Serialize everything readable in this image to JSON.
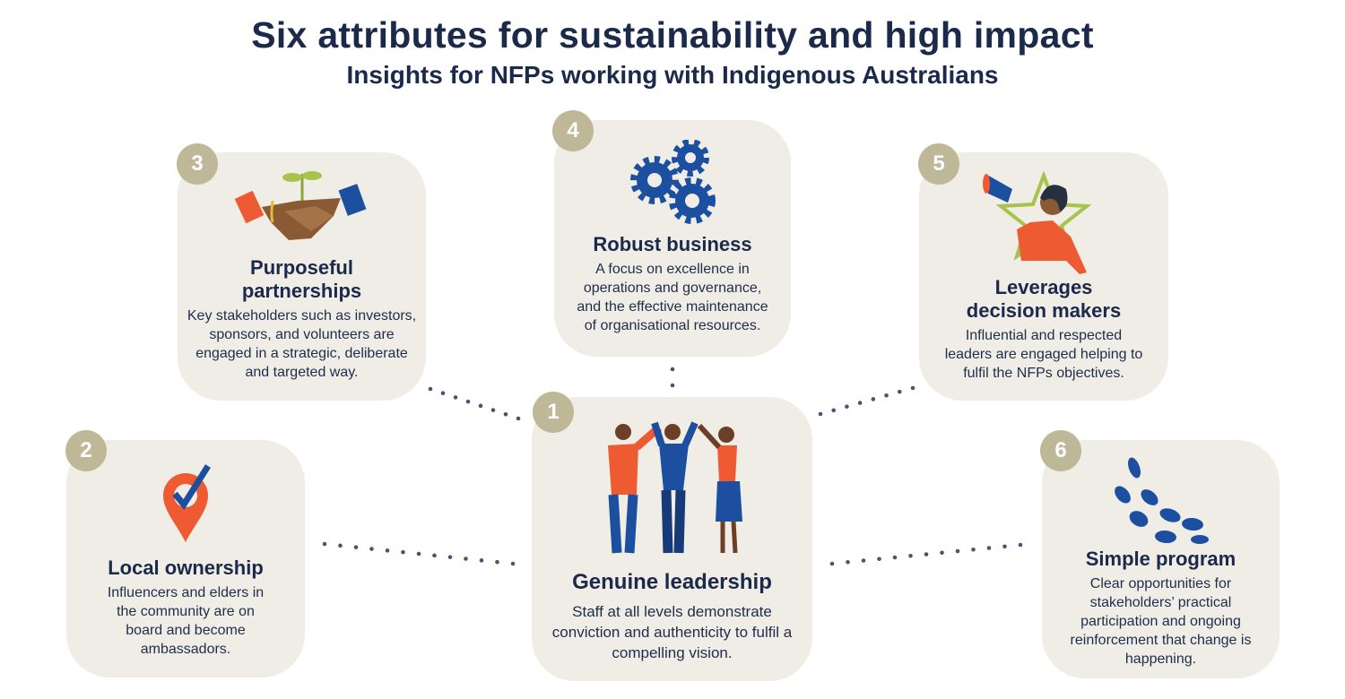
{
  "header": {
    "title": "Six attributes for sustainability and high impact",
    "subtitle": "Insights for NFPs working with Indigenous Australians"
  },
  "attributes": [
    {
      "number": "1",
      "title": "Genuine leadership",
      "text": "Staff at all levels demonstrate conviction and authenticity to fulfil a compelling vision.",
      "icon": "people-celebrating-icon"
    },
    {
      "number": "2",
      "title": "Local ownership",
      "text": "Influencers and elders in the community are on board and become ambassadors.",
      "icon": "location-pin-check-icon"
    },
    {
      "number": "3",
      "title": "Purposeful partnerships",
      "text": "Key stakeholders such as investors, sponsors, and volunteers are engaged in a strategic, deliberate and targeted way.",
      "icon": "handshake-sprout-icon"
    },
    {
      "number": "4",
      "title": "Robust business",
      "text": "A focus on excellence in operations and governance, and the effective maintenance of organisational resources.",
      "icon": "gears-icon"
    },
    {
      "number": "5",
      "title": "Leverages decision makers",
      "text": "Influential and respected leaders are engaged helping to fulfil the NFPs objectives.",
      "icon": "megaphone-leader-icon"
    },
    {
      "number": "6",
      "title": "Simple program",
      "text": "Clear opportunities for stakeholders’ practical participation and ongoing reinforcement that change is happening.",
      "icon": "footprints-icon"
    }
  ],
  "colors": {
    "navy": "#1b2a4b",
    "card": "#efede5",
    "badge": "#bfb898",
    "blue": "#1d4fa0",
    "orange": "#ee5a32"
  }
}
